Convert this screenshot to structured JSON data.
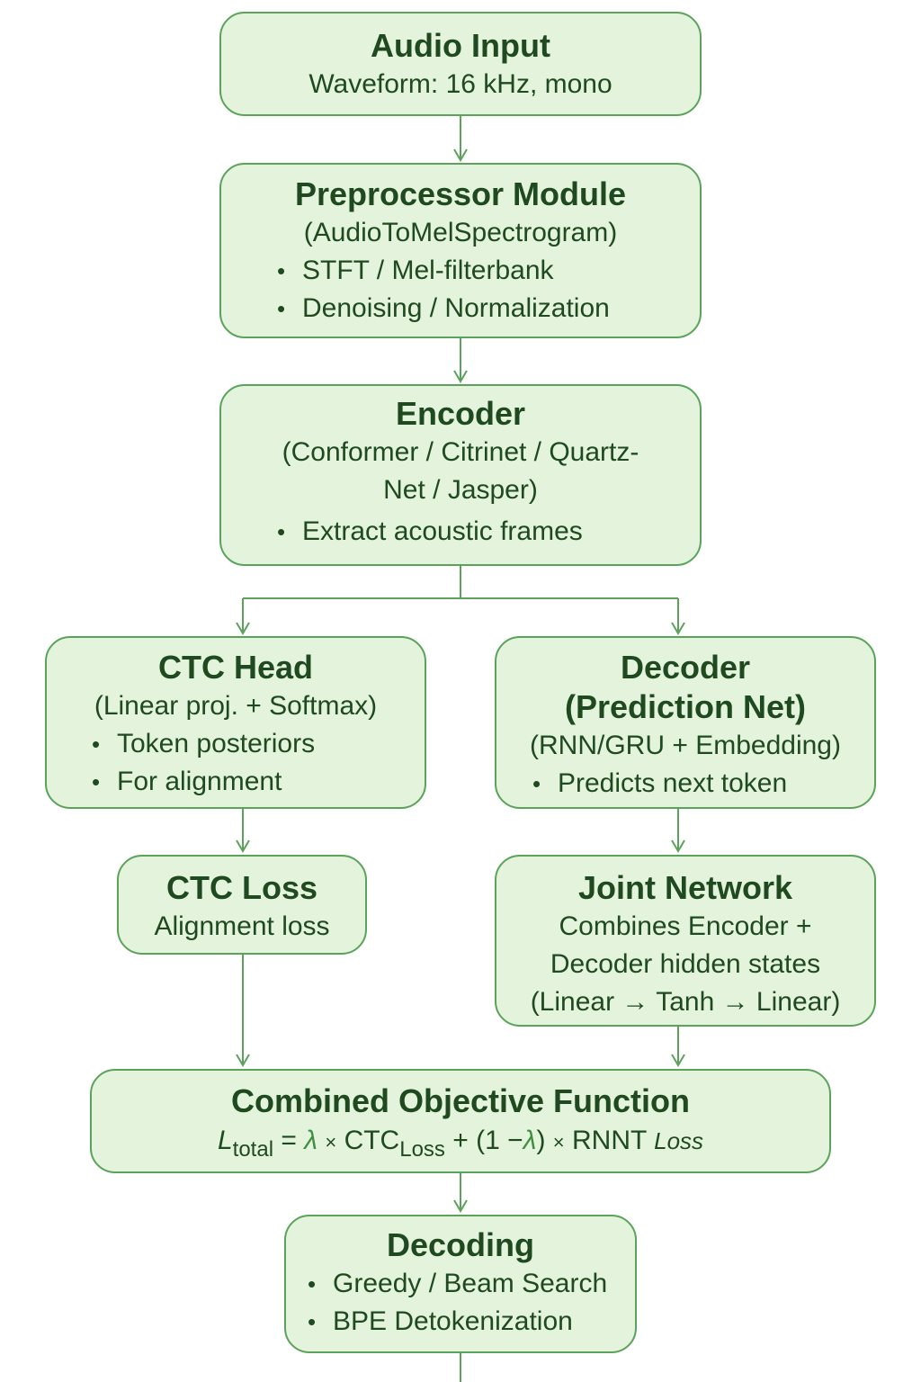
{
  "audio_input": {
    "title": "Audio Input",
    "subtitle": "Waveform: 16 kHz, mono"
  },
  "preprocessor": {
    "title": "Preprocessor Module",
    "subtitle": "(AudioToMelSpectrogram)",
    "bullets": [
      "STFT / Mel-filterbank",
      "Denoising / Normalization"
    ]
  },
  "encoder": {
    "title": "Encoder",
    "subtitle_line1": "(Conformer / Citrinet / Quartz-",
    "subtitle_line2": "Net / Jasper)",
    "bullets": [
      "Extract acoustic frames"
    ]
  },
  "ctc_head": {
    "title": "CTC Head",
    "subtitle": "(Linear proj. + Softmax)",
    "bullets": [
      "Token posteriors",
      "For alignment"
    ]
  },
  "decoder": {
    "title_line1": "Decoder",
    "title_line2": "(Prediction Net)",
    "subtitle": "(RNN/GRU + Embedding)",
    "bullets": [
      "Predicts next token"
    ]
  },
  "ctc_loss": {
    "title": "CTC Loss",
    "subtitle": "Alignment loss"
  },
  "joint_network": {
    "title": "Joint Network",
    "lines": [
      "Combines Encoder +",
      "Decoder hidden states",
      "(Linear → Tanh → Linear)"
    ]
  },
  "combined_objective": {
    "title": "Combined Objective Function",
    "formula": {
      "L": "L",
      "total": "total",
      "eq": "=",
      "lambda": "λ",
      "times": "×",
      "ctc": "CTC",
      "loss": "Loss",
      "plus": "+",
      "open": "(1 −",
      "close": ")",
      "rnnt": "RNNT",
      "loss2": "Loss"
    }
  },
  "decoding": {
    "title": "Decoding",
    "bullets": [
      "Greedy / Beam Search",
      "BPE Detokenization"
    ]
  },
  "colors": {
    "box_fill": "#e3f3dc",
    "box_border": "#5ba35b",
    "text": "#1f4a1f",
    "arrow": "#5ba35b"
  }
}
